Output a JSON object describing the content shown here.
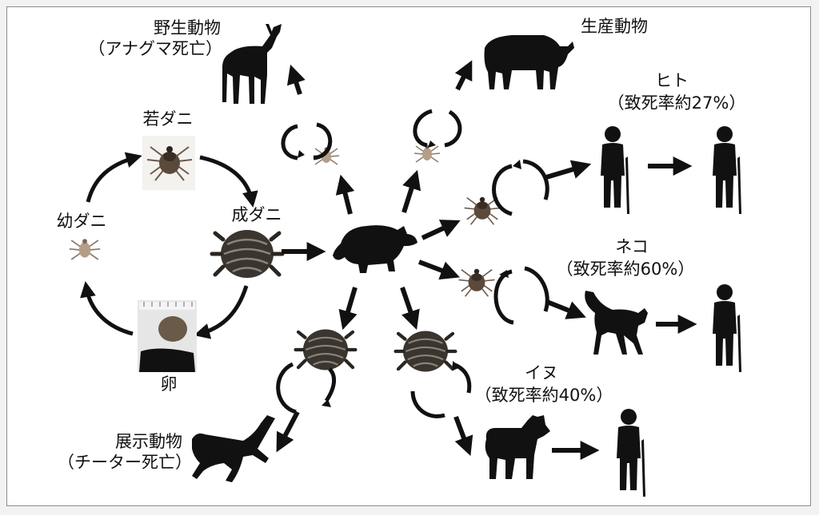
{
  "labels": {
    "wildlife": {
      "name": "野生動物",
      "note": "（アナグマ死亡）"
    },
    "livestock": {
      "name": "生産動物"
    },
    "human": {
      "name": "ヒト",
      "note": "（致死率約27%）"
    },
    "cat": {
      "name": "ネコ",
      "note": "（致死率約60%）"
    },
    "dog": {
      "name": "イヌ",
      "note": "（致死率約40%）"
    },
    "zoo": {
      "name": "展示動物",
      "note": "（チーター死亡）"
    },
    "nymph": "若ダニ",
    "larva": "幼ダニ",
    "adult": "成ダニ",
    "egg": "卵"
  },
  "colors": {
    "ink": "#111111",
    "tick_body": "#5b4a3c",
    "tick_adult": "#3a352e",
    "frame": "#8c8c8c",
    "paper": "#ffffff"
  }
}
